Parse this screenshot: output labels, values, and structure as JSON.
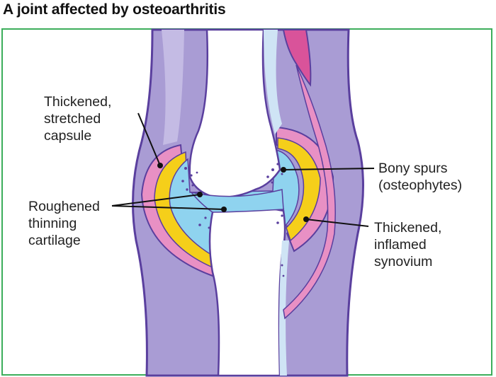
{
  "title": "A joint affected by osteoarthritis",
  "labels": {
    "capsule": [
      "Thickened,",
      "stretched",
      "capsule"
    ],
    "cartilage": [
      "Roughened",
      "thinning",
      "cartilage"
    ],
    "spurs": [
      "Bony spurs",
      "(osteophytes)"
    ],
    "synovium": [
      "Thickened,",
      "inflamed",
      "synovium"
    ]
  },
  "colors": {
    "frame": "#3cae5b",
    "skin": "#a99cd4",
    "skin_outline": "#5a3f9e",
    "capsule_pink": "#e890c4",
    "synovium_yellow": "#f5cf1a",
    "synovial_fluid": "#8fd3ef",
    "muscle": "#d9539a"
  }
}
